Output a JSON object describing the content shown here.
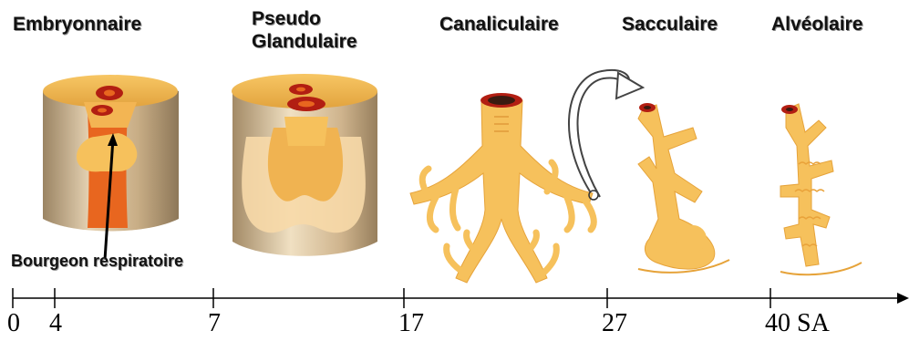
{
  "stages": [
    {
      "id": "embryonnaire",
      "lines": [
        "Embryonnaire"
      ]
    },
    {
      "id": "pseudo-glandulaire",
      "lines": [
        "Pseudo",
        "Glandulaire"
      ]
    },
    {
      "id": "canaliculaire",
      "lines": [
        "Canaliculaire"
      ]
    },
    {
      "id": "sacculaire",
      "lines": [
        "Sacculaire"
      ]
    },
    {
      "id": "alveolaire",
      "lines": [
        "Alvéolaire"
      ]
    }
  ],
  "annotation": {
    "label": "Bourgeon respiratoire"
  },
  "timeline": {
    "ticks": [
      {
        "value": 0,
        "label": "0"
      },
      {
        "value": 4,
        "label": "4"
      },
      {
        "value": 7,
        "label": "7"
      },
      {
        "value": 17,
        "label": "17"
      },
      {
        "value": 27,
        "label": "27"
      },
      {
        "value": 40,
        "label": "40 SA"
      }
    ]
  },
  "colors": {
    "tissue": "#f6c15c",
    "tissue_light": "#fbe3b0",
    "tissue_dark": "#e9a23a",
    "mesenchyme": "#d8c09a",
    "lumen": "#e8661f",
    "lumen_dark": "#b21e12",
    "axis": "#000000"
  }
}
